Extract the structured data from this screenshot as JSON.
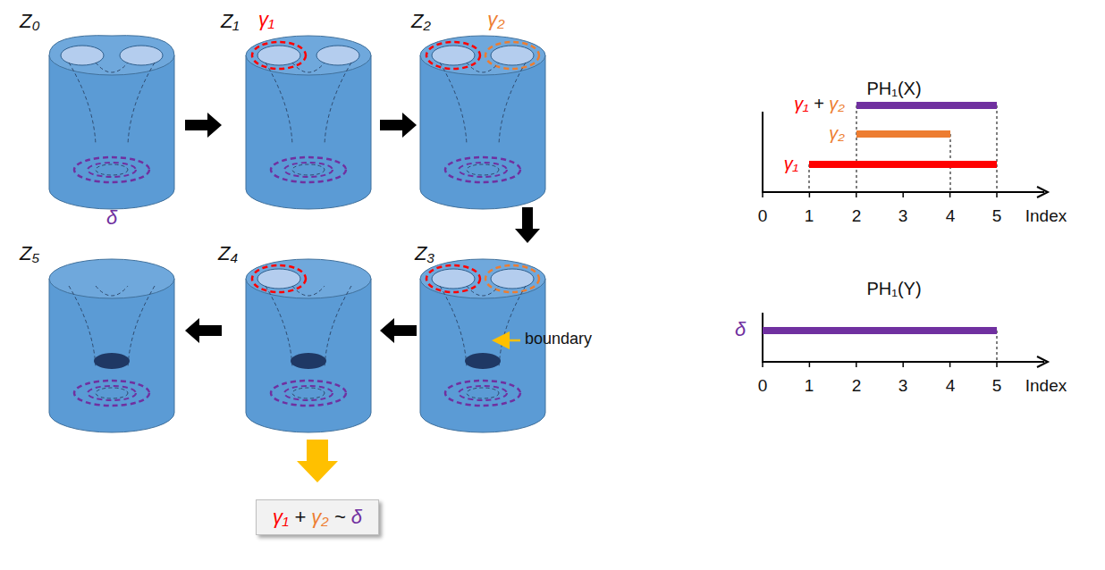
{
  "diagram": {
    "nodes": [
      {
        "text": [
          "γ₁ + γ₂ ~ δ"
        ]
      }
    ],
    "labels": [
      "Z₀",
      "Z₁",
      "γ₁",
      "Z₂",
      "γ₂",
      "δ",
      "Z₅",
      "Z₄",
      "Z₃",
      "boundary",
      "PH₁(X)",
      "γ₁ + γ₂",
      "γ₂",
      "γ₁",
      "0",
      "1",
      "2",
      "3",
      "4",
      "5",
      "Index",
      "PH₁(Y)",
      "δ",
      "0",
      "1",
      "2",
      "3",
      "4",
      "5",
      "Index"
    ]
  }
}
